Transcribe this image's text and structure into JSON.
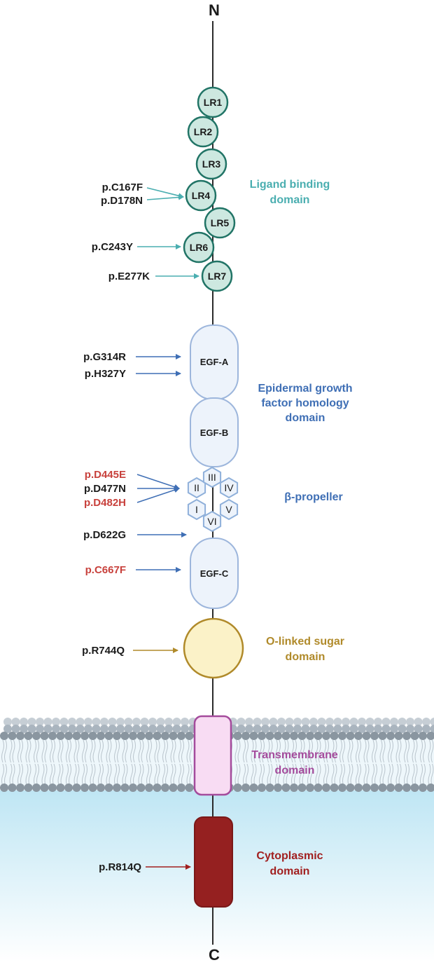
{
  "terminals": {
    "n": "N",
    "c": "C"
  },
  "colors": {
    "ligand": "#4aaeb0",
    "egf": "#3f6fb5",
    "sugar": "#b08a2a",
    "tm": "#a44b9c",
    "cyto": "#a11f1f",
    "red_text": "#c8413c"
  },
  "ligand_repeats": [
    "LR1",
    "LR2",
    "LR3",
    "LR4",
    "LR5",
    "LR6",
    "LR7"
  ],
  "egf": {
    "a": "EGF-A",
    "b": "EGF-B",
    "c": "EGF-C"
  },
  "propeller_blades": [
    "I",
    "II",
    "III",
    "IV",
    "V",
    "VI"
  ],
  "domain_labels": {
    "ligand": [
      "Ligand binding",
      "domain"
    ],
    "egf": [
      "Epidermal growth",
      "factor homology",
      "domain"
    ],
    "propeller": [
      "β-propeller"
    ],
    "sugar": [
      "O-linked sugar",
      "domain"
    ],
    "tm": [
      "Transmembrane",
      "domain"
    ],
    "cyto": [
      "Cytoplasmic",
      "domain"
    ]
  },
  "mutations": {
    "c167f": "p.C167F",
    "d178n": "p.D178N",
    "c243y": "p.C243Y",
    "e277k": "p.E277K",
    "g314r": "p.G314R",
    "h327y": "p.H327Y",
    "d445e": "p.D445E",
    "d477n": "p.D477N",
    "d482h": "p.D482H",
    "d622g": "p.D622G",
    "c667f": "p.C667F",
    "r744q": "p.R744Q",
    "r814q": "p.R814Q"
  }
}
